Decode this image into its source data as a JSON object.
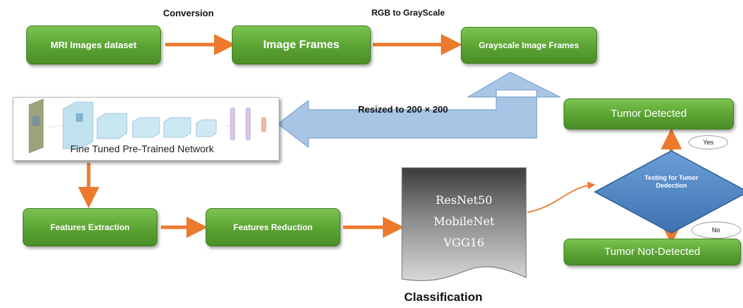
{
  "labels": {
    "conversion": "Conversion",
    "rgb_to_gray": "RGB to GrayScale",
    "resized": "Resized to 200 × 200",
    "classification": "Classification"
  },
  "boxes": {
    "mri_dataset": "MRI Images dataset",
    "image_frames": "Image Frames",
    "grayscale_frames": "Grayscale Image Frames",
    "features_extraction": "Features Extraction",
    "features_reduction": "Features Reduction",
    "tumor_detected": "Tumor Detected",
    "tumor_not_detected": "Tumor Not-Detected"
  },
  "network": {
    "caption": "Fine Tuned Pre-Trained Network"
  },
  "models": [
    "ResNet50",
    "MobileNet",
    "VGG16"
  ],
  "decision": {
    "text": "Testing for Tumor Dedection",
    "yes": "Yes",
    "no": "No"
  },
  "colors": {
    "green": "#5aa232",
    "orange_arrow": "#ec7a2c",
    "blue_arrow": "#a9c5e6",
    "diamond": "#4f86c6"
  }
}
